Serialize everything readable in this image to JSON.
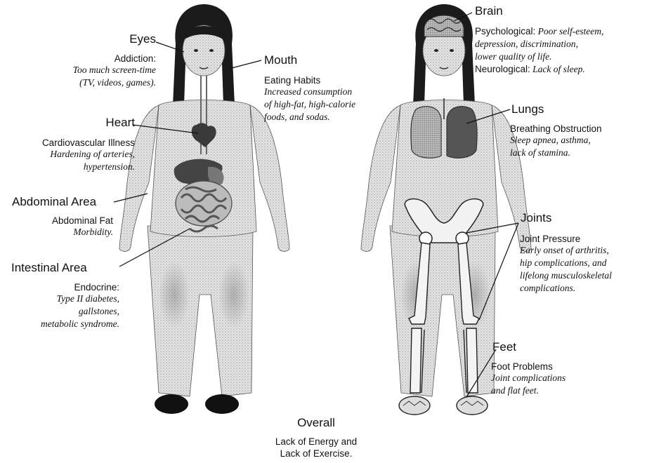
{
  "left_figure": {
    "eyes": {
      "title": "Eyes",
      "subtitle": "Addiction:",
      "lines": [
        "Too much screen-time",
        "(TV, videos, games)."
      ]
    },
    "mouth": {
      "title": "Mouth",
      "subtitle": "Eating Habits",
      "lines": [
        "Increased consumption",
        "of high-fat, high-calorie",
        "foods, and sodas."
      ]
    },
    "heart": {
      "title": "Heart",
      "subtitle": "Cardiovascular Illness",
      "lines": [
        "Hardening of arteries,",
        "hypertension."
      ]
    },
    "abdominal": {
      "title": "Abdominal Area",
      "subtitle": "Abdominal Fat",
      "lines": [
        "Morbidity."
      ]
    },
    "intestinal": {
      "title": "Intestinal Area",
      "subtitle": "Endocrine:",
      "lines": [
        "Type II diabetes,",
        "gallstones,",
        "metabolic syndrome."
      ]
    }
  },
  "right_figure": {
    "brain": {
      "title": "Brain",
      "psych_label": "Psychological:",
      "psych_first": "Poor self-esteem,",
      "lines": [
        "depression, discrimination,",
        "lower quality of life."
      ],
      "neuro_label": "Neurological:",
      "neuro_text": "Lack of sleep."
    },
    "lungs": {
      "title": "Lungs",
      "subtitle": "Breathing Obstruction",
      "lines": [
        "Sleep apnea, asthma,",
        "lack of stamina."
      ]
    },
    "joints": {
      "title": "Joints",
      "subtitle": "Joint Pressure",
      "lines": [
        "Early onset of arthritis,",
        "hip complications, and",
        "lifelong musculoskeletal",
        "complications."
      ]
    },
    "feet": {
      "title": "Feet",
      "subtitle": "Foot Problems",
      "lines": [
        "Joint complications",
        "and flat feet."
      ]
    }
  },
  "overall": {
    "title": "Overall",
    "lines": [
      "Lack of Energy and",
      "Lack of Exercise."
    ]
  }
}
